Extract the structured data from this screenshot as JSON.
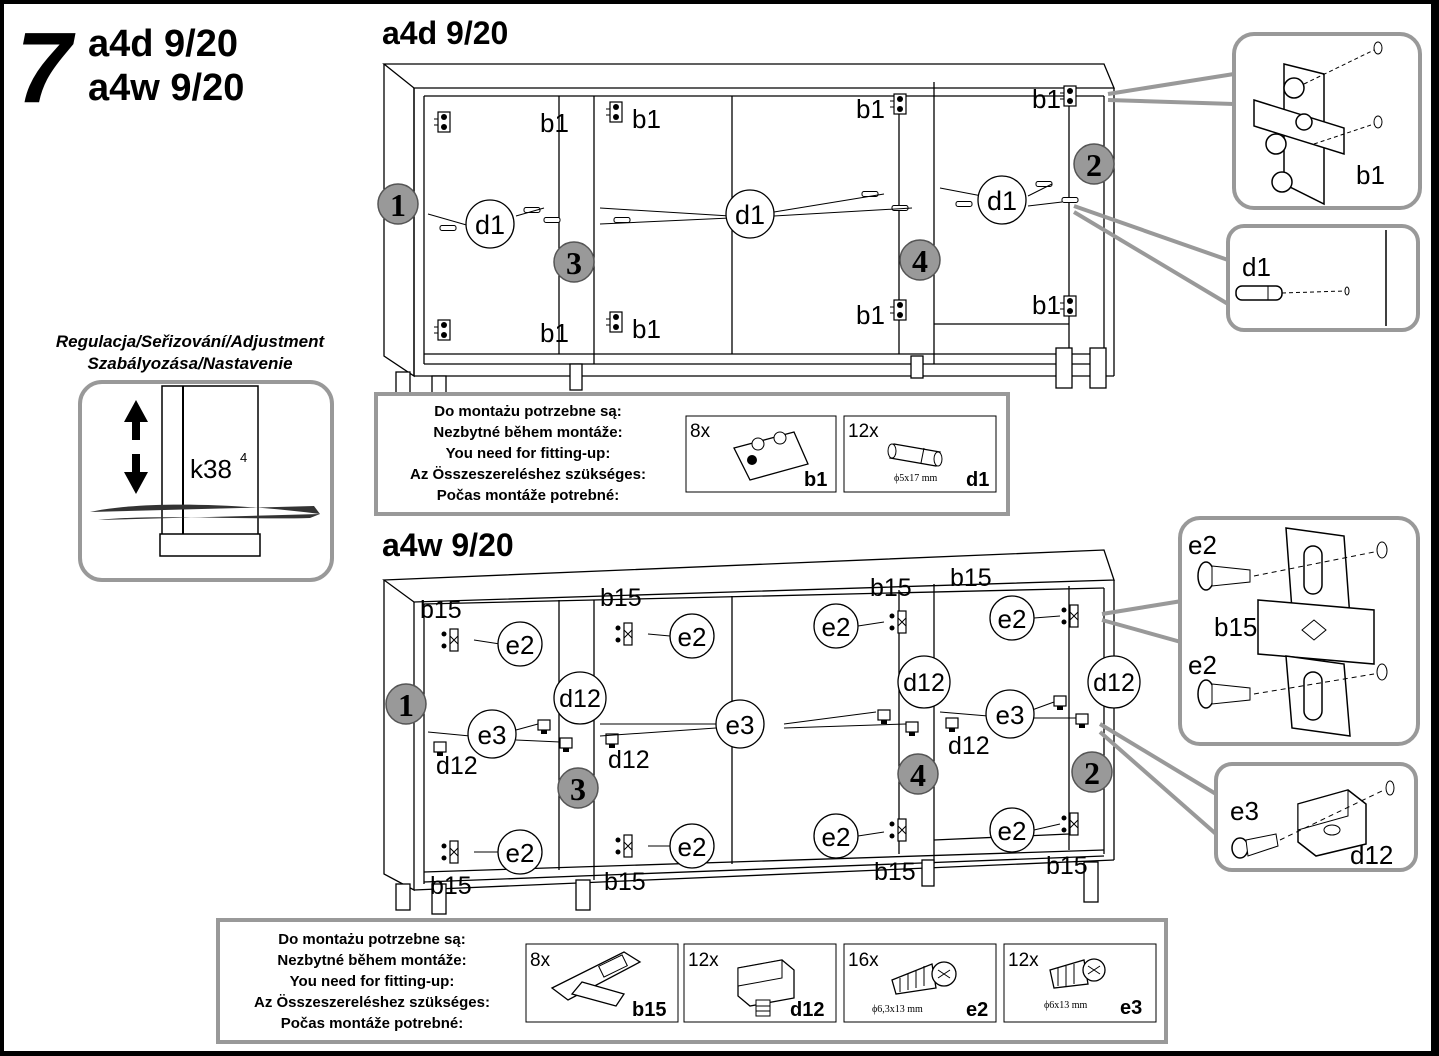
{
  "step_number": "7",
  "header": {
    "line1": "a4d 9/20",
    "line2": "a4w 9/20"
  },
  "adjustment": {
    "title_line1": "Regulacja/Seřizování/Adjustment",
    "title_line2": "Szabályozása/Nastavenie",
    "part": "k38",
    "part_sup": "4"
  },
  "section_a4d": {
    "title": "a4d 9/20",
    "hinge_label": "b1",
    "dowel_label": "d1",
    "panels": [
      "1",
      "2",
      "3",
      "4"
    ],
    "detail_hinge_label": "b1",
    "detail_dowel_label": "d1"
  },
  "parts_box_1": {
    "lines": [
      "Do montażu potrzebne są:",
      "Nezbytné během montáže:",
      "You need for fitting-up:",
      "Az Összeszereléshez szükséges:",
      "Počas montáže potrebné:"
    ],
    "items": [
      {
        "qty": "8x",
        "code": "b1",
        "size": ""
      },
      {
        "qty": "12x",
        "code": "d1",
        "size": "ϕ5x17 mm"
      }
    ]
  },
  "section_a4w": {
    "title": "a4w 9/20",
    "hinge_label": "b15",
    "screw_label": "e2",
    "screw2_label": "e3",
    "support_label": "d12",
    "panels": [
      "1",
      "2",
      "3",
      "4"
    ],
    "detail_hinge": {
      "screw": "e2",
      "hinge": "b15"
    },
    "detail_support": {
      "screw": "e3",
      "support": "d12"
    }
  },
  "parts_box_2": {
    "lines": [
      "Do montażu potrzebne są:",
      "Nezbytné během montáže:",
      "You need for fitting-up:",
      "Az Összeszereléshez szükséges:",
      "Počas montáže potrebné:"
    ],
    "items": [
      {
        "qty": "8x",
        "code": "b15",
        "size": ""
      },
      {
        "qty": "12x",
        "code": "d12",
        "size": ""
      },
      {
        "qty": "16x",
        "code": "e2",
        "size": "ϕ6,3x13 mm"
      },
      {
        "qty": "12x",
        "code": "e3",
        "size": "ϕ6x13 mm"
      }
    ]
  }
}
